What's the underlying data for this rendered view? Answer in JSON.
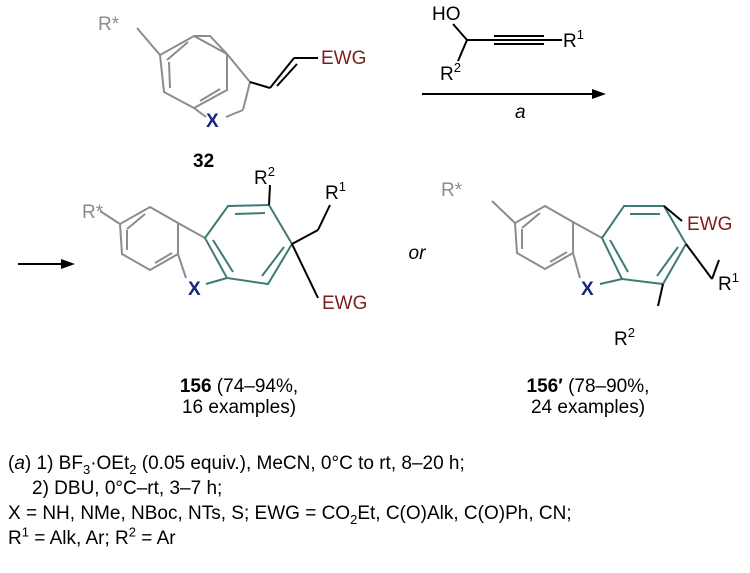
{
  "scheme": {
    "start": {
      "substituent": "R*",
      "heteroatom": "X",
      "ewg": "EWG",
      "compound_number": "32"
    },
    "reagent": {
      "hydroxyl": "HO",
      "r1": "R",
      "r1_sup": "1",
      "r2": "R",
      "r2_sup": "2",
      "condition_label": "a"
    },
    "or_label": "or",
    "product_a": {
      "substituent": "R*",
      "heteroatom": "X",
      "ewg": "EWG",
      "r1": "R",
      "r1_sup": "1",
      "r2": "R",
      "r2_sup": "2",
      "number": "156",
      "yield_line1": " (74–94%,",
      "yield_line2": "16 examples)"
    },
    "product_b": {
      "substituent": "R*",
      "heteroatom": "X",
      "ewg": "EWG",
      "r1": "R",
      "r1_sup": "1",
      "r2": "R",
      "r2_sup": "2",
      "number": "156′",
      "yield_line1": " (78–90%,",
      "yield_line2": "24 examples)"
    }
  },
  "conditions": {
    "line1": {
      "open": "(",
      "label": "a",
      "text_a": ") 1) BF",
      "sub_a": "3",
      "text_b": "·OEt",
      "sub_b": "2",
      "text_c": " (0.05 equiv.), MeCN, 0°C to rt, 8–20 h;"
    },
    "line2": "2) DBU, 0°C–rt, 3–7 h;",
    "line3": {
      "text_a": "X = NH, NMe, NBoc, NTs, S; EWG = CO",
      "sub_a": "2",
      "text_b": "Et, C(O)Alk, C(O)Ph, CN;"
    },
    "line4": {
      "r1": "R",
      "r1_sup": "1",
      "text_a": " = Alk, Ar; ",
      "r2": "R",
      "r2_sup": "2",
      "text_b": " = Ar"
    }
  },
  "colors": {
    "substituent_gray": "#8c8c8c",
    "ewg_red": "#7b1e1e",
    "heteroatom_blue": "#1a237e",
    "new_ring_teal": "#3f7a78"
  }
}
